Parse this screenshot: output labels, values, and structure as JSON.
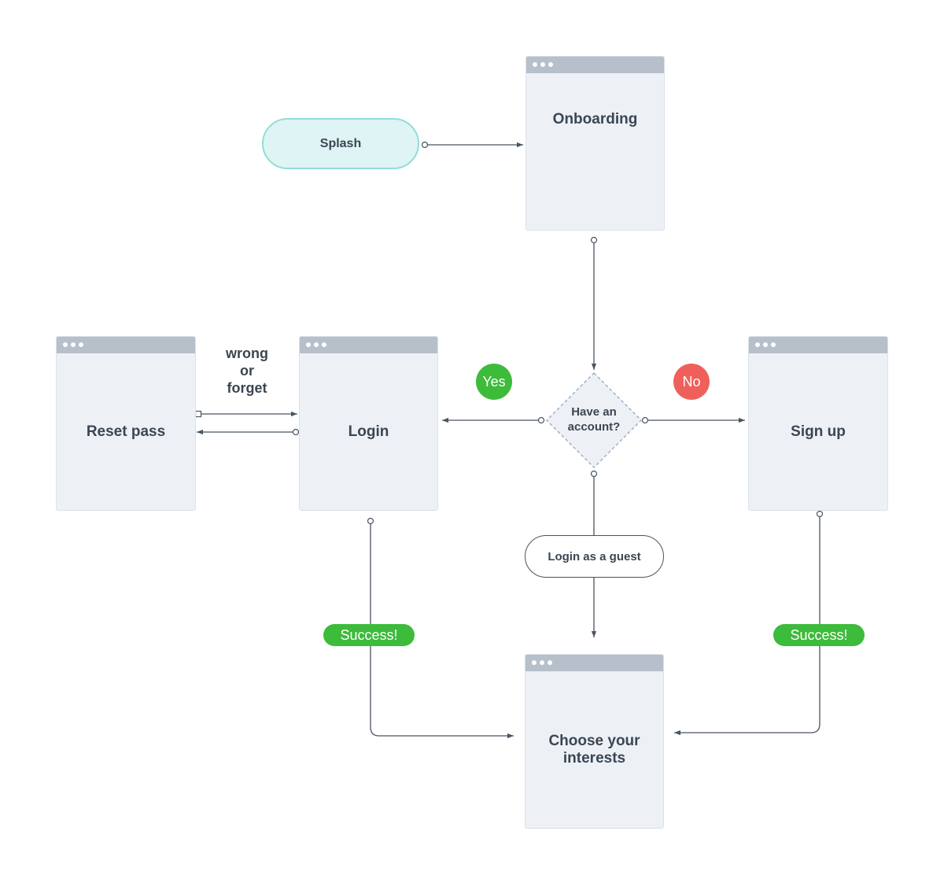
{
  "nodes": {
    "splash": "Splash",
    "onboarding": "Onboarding",
    "reset_pass": "Reset pass",
    "login": "Login",
    "sign_up": "Sign up",
    "choose_interests": "Choose your interests",
    "decision": "Have an account?",
    "guest": "Login as a guest"
  },
  "edge_labels": {
    "yes": "Yes",
    "no": "No",
    "success_left": "Success!",
    "success_right": "Success!",
    "wrong_or_forget": [
      "wrong",
      "or",
      "forget"
    ]
  },
  "colors": {
    "screen_fill": "#edf1f6",
    "screen_titlebar": "#b6bfca",
    "splash_fill": "#dff4f4",
    "splash_border": "#93dcdc",
    "yes_badge": "#3dbb3b",
    "no_badge": "#f0605a",
    "success_badge": "#3dbb3b",
    "line": "#4a5560",
    "diamond_border": "#9fb3c4"
  }
}
